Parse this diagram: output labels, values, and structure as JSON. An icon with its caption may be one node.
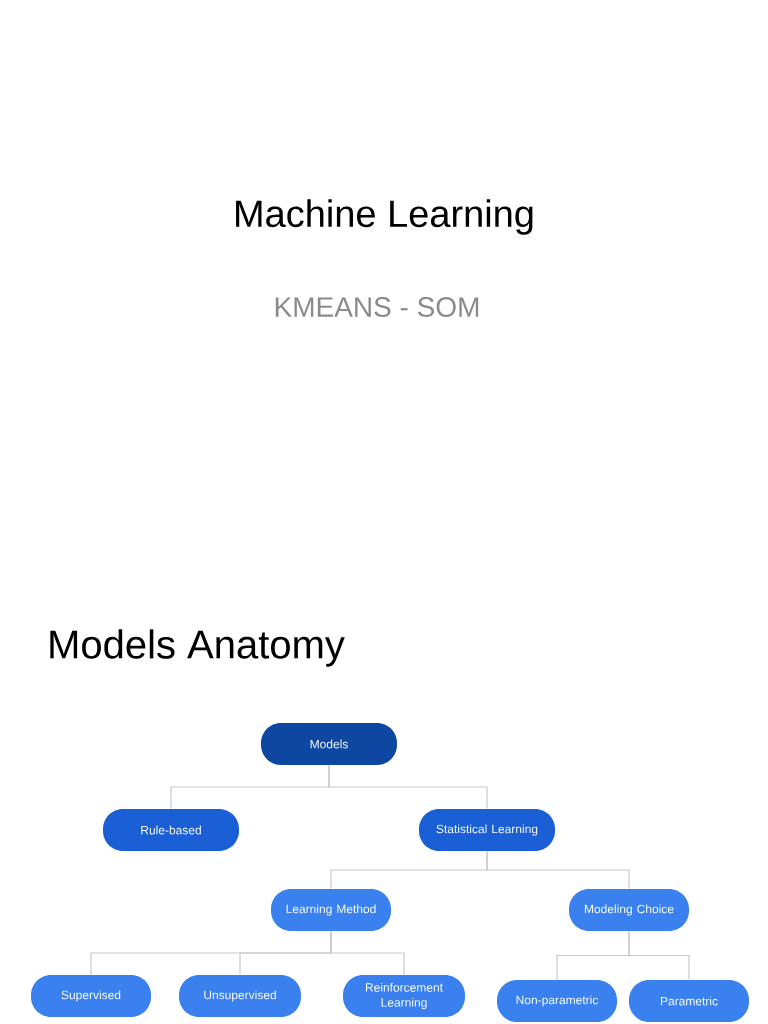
{
  "diagram": {
    "title": "Machine Learning",
    "nodes": [
      {
        "text": [
          "Models"
        ]
      },
      {
        "text": [
          "Rule-based"
        ]
      },
      {
        "text": [
          "Statistical Learning"
        ]
      },
      {
        "text": [
          "Learning Method"
        ]
      },
      {
        "text": [
          "Modeling Choice"
        ]
      },
      {
        "text": [
          "Supervised"
        ]
      },
      {
        "text": [
          "Unsupervised"
        ]
      },
      {
        "text": [
          "Reinforcement Learning"
        ]
      },
      {
        "text": [
          "Non-parametric"
        ]
      },
      {
        "text": [
          "Parametric"
        ]
      }
    ],
    "edges": [
      {
        "from": 0,
        "to": 1,
        "arrow": "none"
      },
      {
        "from": 0,
        "to": 2,
        "arrow": "none"
      },
      {
        "from": 2,
        "to": 3,
        "arrow": "none"
      },
      {
        "from": 2,
        "to": 4,
        "arrow": "none"
      },
      {
        "from": 3,
        "to": 5,
        "arrow": "none"
      },
      {
        "from": 3,
        "to": 6,
        "arrow": "none"
      },
      {
        "from": 3,
        "to": 7,
        "arrow": "none"
      },
      {
        "from": 4,
        "to": 8,
        "arrow": "none"
      },
      {
        "from": 4,
        "to": 9,
        "arrow": "none"
      }
    ],
    "labels": [
      "KMEANS - SOM",
      "Models Anatomy"
    ]
  }
}
